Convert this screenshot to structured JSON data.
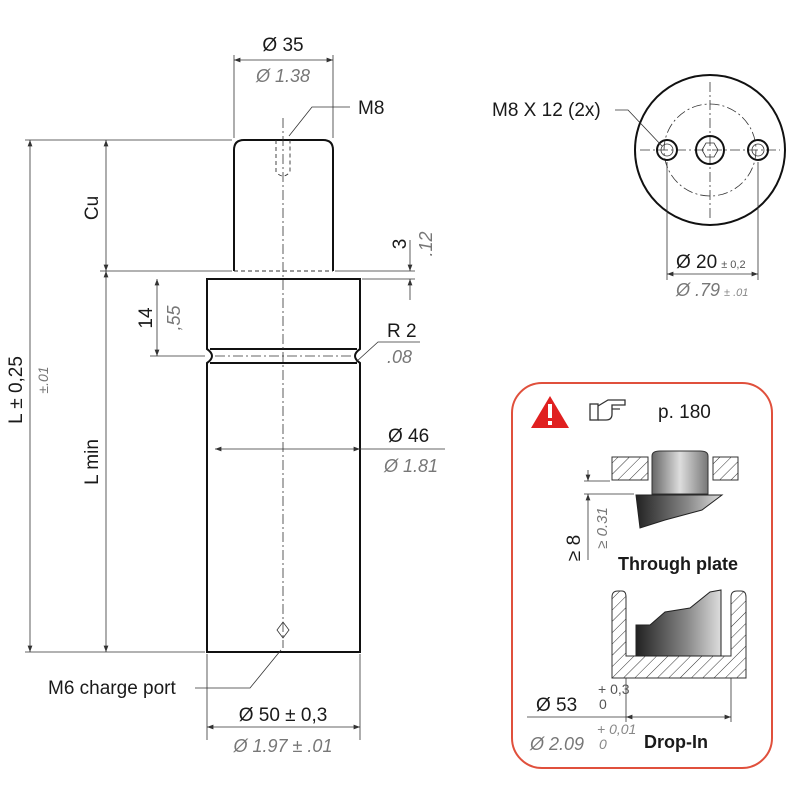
{
  "main_view": {
    "rod_diameter": "Ø 35",
    "rod_diameter_in": "Ø 1.38",
    "thread_top": "M8",
    "stroke_label": "Cu",
    "length_label": "L ± 0,25",
    "length_tol_in": "±.01",
    "lmin_label": "L min",
    "step_mm": "3",
    "step_in": ".12",
    "collar_mm": "14",
    "collar_in": ",55",
    "radius_mm": "R 2",
    "radius_in": ".08",
    "body_diameter": "Ø 46",
    "body_diameter_in": "Ø 1.81",
    "charge_port": "M6 charge port",
    "base_diameter": "Ø 50 ± 0,3",
    "base_diameter_in": "Ø 1.97 ± .01"
  },
  "top_view": {
    "holes": "M8 X 12 (2x)",
    "pitch_mm": "Ø 20",
    "pitch_tol_mm": "± 0,2",
    "pitch_in": "Ø .79",
    "pitch_tol_in": "± .01"
  },
  "mounting_box": {
    "border_color": "#e0503c",
    "warning_color": "#e02020",
    "page_ref": "p. 180",
    "through_plate_mm": "≥ 8",
    "through_plate_in": "≥ 0.31",
    "through_plate_label": "Through plate",
    "bore_mm": "Ø 53",
    "bore_tol_mm_upper": "+ 0,3",
    "bore_tol_mm_lower": "0",
    "bore_in": "Ø 2.09",
    "bore_tol_in_upper": "+ 0,01",
    "bore_tol_in_lower": "0",
    "drop_in_label": "Drop-In"
  }
}
